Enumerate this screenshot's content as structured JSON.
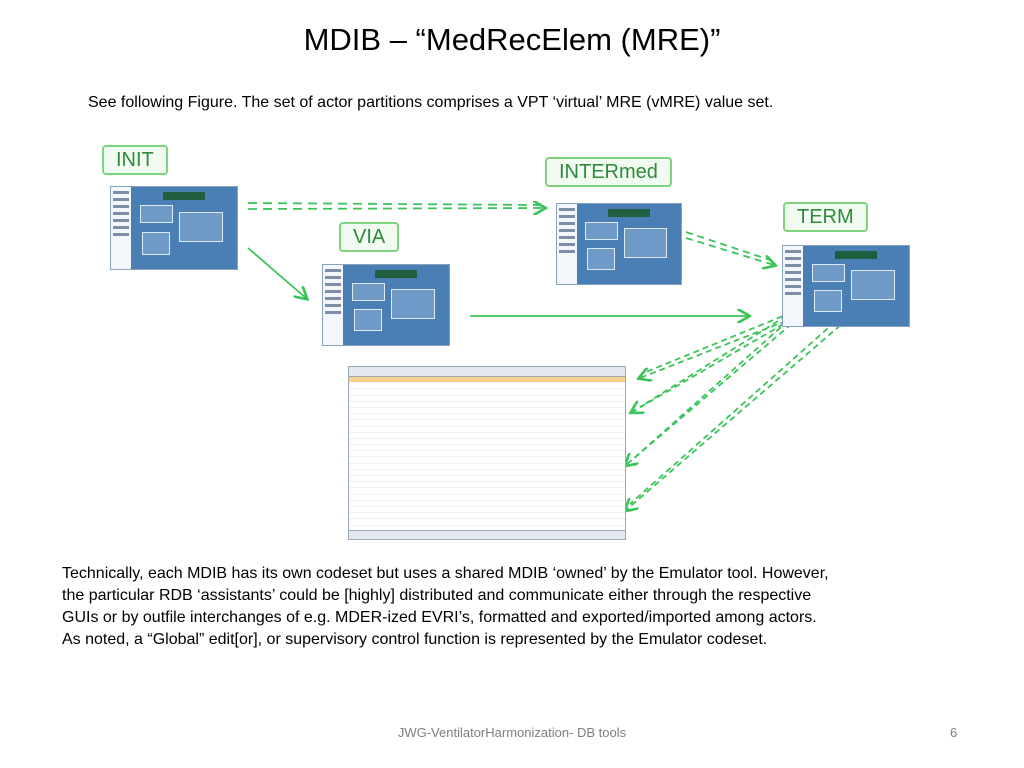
{
  "slide": {
    "title": "MDIB – “MedRecElem (MRE)”",
    "subtitle": "See following Figure.  The set of actor partitions comprises a VPT ‘virtual’ MRE (vMRE) value set.",
    "body_lines": [
      "Technically, each MDIB has its own codeset but uses a shared MDIB ‘owned’ by the Emulator tool.  However,",
      "the particular RDB ‘assistants’ could be [highly] distributed and communicate either through the respective",
      "GUIs or by outfile interchanges of e.g. MDER-ized EVRI’s, formatted and exported/imported among actors.",
      "As noted, a “Global” edit[or], or supervisory control function is represented by the Emulator codeset."
    ],
    "footer": "JWG-VentilatorHarmonization- DB tools",
    "page_number": "6"
  },
  "diagram": {
    "labels": {
      "init": "INIT",
      "intermed": "INTERmed",
      "via": "VIA",
      "term": "TERM"
    },
    "colors": {
      "arrow": "#3cc45a",
      "label_border": "#7ed37e",
      "label_text": "#2e8b3a"
    }
  }
}
